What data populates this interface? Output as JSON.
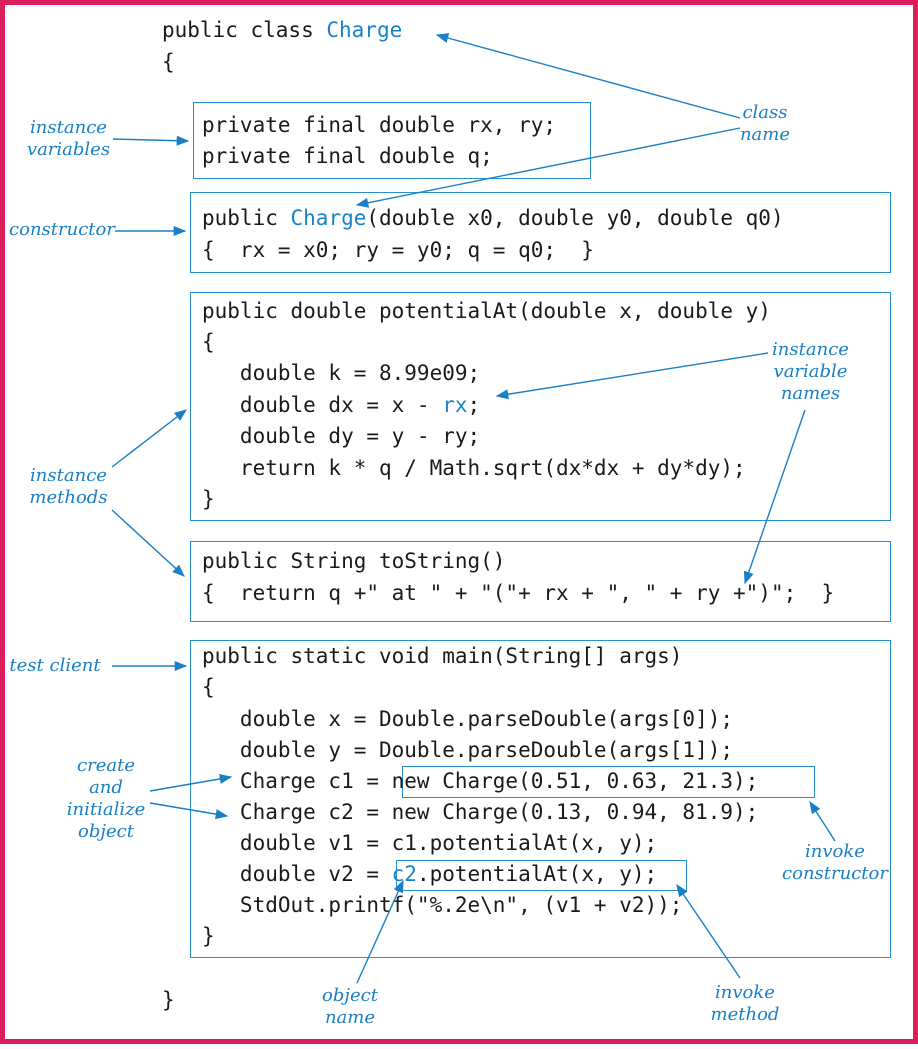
{
  "colors": {
    "border": "#dc1e5a",
    "code": "#1a1a1a",
    "accent": "#1a82c8",
    "box": "#2a8fd0"
  },
  "code": {
    "class_kw": "public class ",
    "class_name": "Charge",
    "open_brace": "{",
    "close_brace": "}",
    "ivar1": "private final double rx, ry;",
    "ivar2": "private final double q;",
    "ctor_pre": "public ",
    "ctor_name": "Charge",
    "ctor_post": "(double x0, double y0, double q0)",
    "ctor_body": "{  rx = x0; ry = y0; q = q0;  }",
    "pot1": "public double potentialAt(double x, double y)",
    "pot2": "{",
    "pot3": "   double k = 8.99e09;",
    "pot4_pre": "   double dx = x - ",
    "pot4_var": "rx",
    "pot4_post": ";",
    "pot5": "   double dy = y - ry;",
    "pot6": "   return k * q / Math.sqrt(dx*dx + dy*dy);",
    "pot7": "}",
    "ts1": "public String toString()",
    "ts2": "{  return q +\" at \" + \"(\"+ rx + \", \" + ry +\")\";  }",
    "m1": "public static void main(String[] args)",
    "m2": "{",
    "m3": "   double x = Double.parseDouble(args[0]);",
    "m4": "   double y = Double.parseDouble(args[1]);",
    "m5": "   Charge c1 = new Charge(0.51, 0.63, 21.3);",
    "m6": "   Charge c2 = new Charge(0.13, 0.94, 81.9);",
    "m7": "   double v1 = c1.potentialAt(x, y);",
    "m8_pre": "   double v2 = ",
    "m8_obj": "c2",
    "m8_post": ".potentialAt(x, y);",
    "m9": "   StdOut.printf(\"%.2e\\n\", (v1 + v2));",
    "m10": "}"
  },
  "annotations": {
    "class_name": "class\nname",
    "instance_variables": "instance\nvariables",
    "constructor": "constructor",
    "instance_variable_names": "instance\nvariable\nnames",
    "instance_methods": "instance\nmethods",
    "test_client": "test client",
    "create_and_initialize": "create\nand\ninitialize\nobject",
    "invoke_constructor": "invoke\nconstructor",
    "object_name": "object\nname",
    "invoke_method": "invoke\nmethod"
  }
}
